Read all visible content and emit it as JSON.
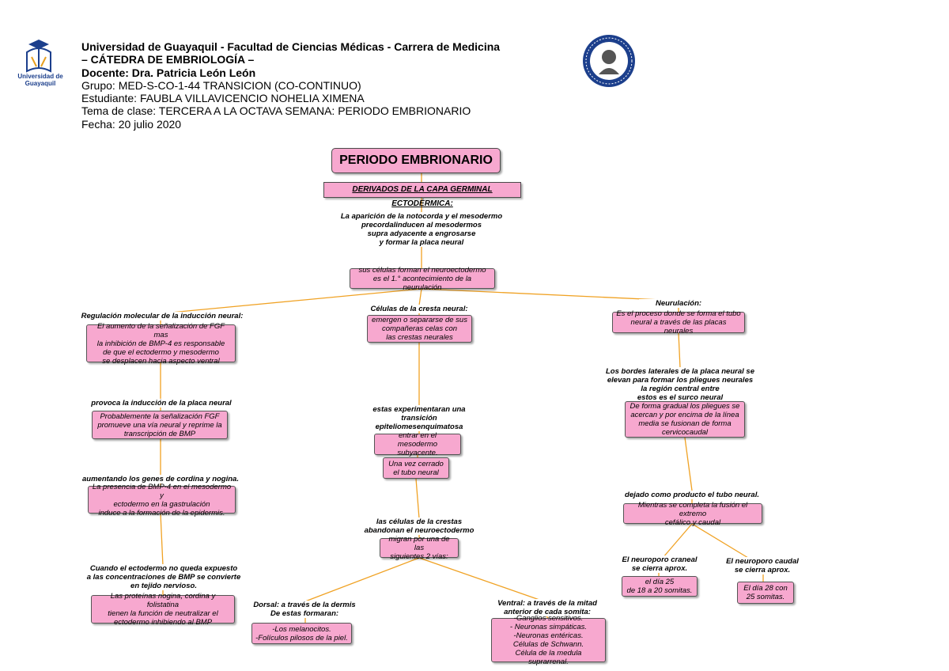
{
  "header": {
    "line1": "Universidad de Guayaquil - Facultad de Ciencias Médicas - Carrera de Medicina",
    "line2": "– CÁTEDRA DE EMBRIOLOGÍA –",
    "line3": "Docente: Dra. Patricia León León",
    "line4": "Grupo: MED-S-CO-1-44 TRANSICION (CO-CONTINUO)",
    "line5": "Estudiante: FAUBLA VILLAVICENCIO NOHELIA XIMENA",
    "line6": "Tema de clase: TERCERA A LA OCTAVA SEMANA: PERIODO EMBRIONARIO",
    "line7": "Fecha: 20 julio 2020",
    "logo_caption": "Universidad de Guayaquil"
  },
  "colors": {
    "node_fill": "#f7a8cf",
    "connector": "#f0a224",
    "logo_blue": "#1c3f8c"
  },
  "map": {
    "title": "PERIODO EMBRIONARIO",
    "subtitle": "DERIVADOS DE LA CAPA GERMINAL ECTODÉRMICA:",
    "intro_l1": "La aparición de la notocorda y el mesodermo",
    "intro_l2": "precordalinducen al mesodermos",
    "intro_l3": "supra adyacente a engrosarse",
    "intro_l4": "y formar la placa neural",
    "root_l1": "sus células forman el neuroectodermo",
    "root_l2": "es el 1.° acontecimiento de la neurulación",
    "left": {
      "label": "Regulación molecular de la inducción neural:",
      "b1_l1": "El aumento de la señalización de FGF mas",
      "b1_l2": "la inhibición de BMP-4 es responsable",
      "b1_l3": "de que el ectodermo y mesodermo",
      "b1_l4": "se desplacen hacia aspecto ventral",
      "l2": "provoca la inducción de la placa neural",
      "b2_l1": "Probablemente la señalización FGF",
      "b2_l2": "promueve una vía neural y reprime la",
      "b2_l3": "transcripción de BMP",
      "l3": "aumentando los genes de cordina y nogina.",
      "b3_l1": "La presencia de BMP-4 en el mesodermo y",
      "b3_l2": "ectodermo en la gastrulación",
      "b3_l3": "induce a la formación de la epidermis.",
      "l4_l1": "Cuando el ectodermo no queda expuesto",
      "l4_l2": "a las concentraciones de BMP se convierte",
      "l4_l3": "en tejido nervioso.",
      "b4_l1": "Las proteínas nogina, cordina y folistatina",
      "b4_l2": "tienen la función de neutralizar el",
      "b4_l3": "ectodermo inhibiendo al BMP"
    },
    "center": {
      "label": "Células de la cresta neural:",
      "b1_l1": "emergen o separarse de sus",
      "b1_l2": "compañeras celas con",
      "b1_l3": "las crestas neurales",
      "l2_l1": "estas experimentaran una",
      "l2_l2": "transición",
      "l2_l3": "epiteliomesenquimatosa",
      "b2_l1": "entrar en el mesodermo",
      "b2_l2": "subyacente.",
      "b3_l1": "Una vez cerrado",
      "b3_l2": "el tubo neural",
      "l3_l1": "las células de la crestas",
      "l3_l2": "abandonan el neuroectodermo",
      "b4_l1": "migran por una de las",
      "b4_l2": "siguientes 2 vías:",
      "dorsal_l1": "Dorsal: a través de la dermis",
      "dorsal_l2": "De estas formaran:",
      "dorsal_b_l1": "-Los melanocitos.",
      "dorsal_b_l2": "-Folículos pilosos de la piel.",
      "ventral_l1": "Ventral: a través de la mitad",
      "ventral_l2": "anterior de cada somita:",
      "ventral_b_l1": "-Ganglios sensitivos.",
      "ventral_b_l2": "- Neuronas simpáticas.",
      "ventral_b_l3": "-Neuronas entéricas.",
      "ventral_b_l4": "Células de Schwann.",
      "ventral_b_l5": "Célula de la medula suprarrenal."
    },
    "right": {
      "label": "Neurulación:",
      "b1_l1": "Es el proceso donde se forma el tubo",
      "b1_l2": "neural a través de las placas neurales",
      "l2_l1": "Los bordes laterales de la placa neural se",
      "l2_l2": "elevan para formar los pliegues neurales",
      "l2_l3": "la región central entre",
      "l2_l4": "estos es el surco neural",
      "b2_l1": "De forma gradual los pliegues se",
      "b2_l2": "acercan y por encima de la línea",
      "b2_l3": "media se fusionan de forma",
      "b2_l4": "cervicocaudal",
      "l3": "dejado como producto el tubo neural.",
      "b3_l1": "Mientras se completa la fusión el extremo",
      "b3_l2": "cefálico y caudal",
      "cran_l1": "El neuroporo craneal",
      "cran_l2": "se cierra aprox.",
      "cran_b_l1": "el día 25",
      "cran_b_l2": "de 18 a 20 somitas.",
      "caud_l1": "El neuroporo caudal",
      "caud_l2": "se cierra aprox.",
      "caud_b_l1": "El día 28 con",
      "caud_b_l2": "25 somitas."
    }
  }
}
